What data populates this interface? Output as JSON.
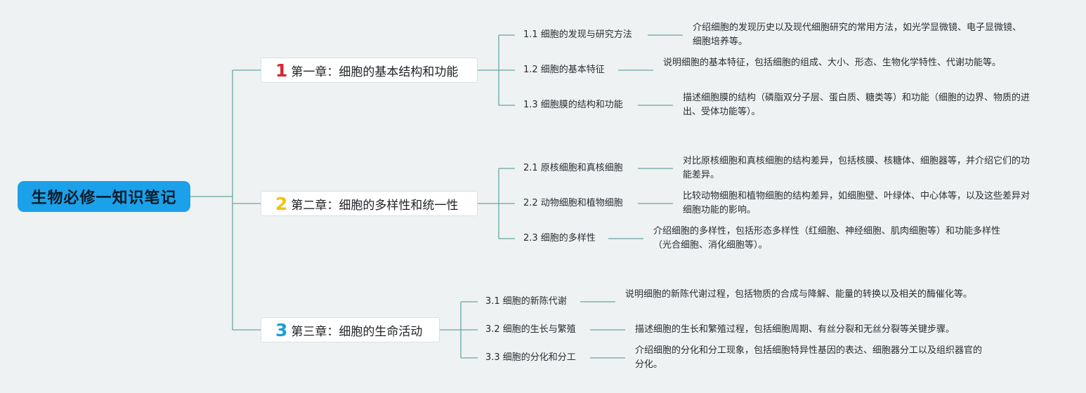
{
  "root": {
    "title": "生物必修一知识笔记"
  },
  "chapters": [
    {
      "num": "1",
      "title": "第一章：细胞的基本结构和功能",
      "sections": [
        {
          "title": "1.1 细胞的发现与研究方法",
          "desc": "介绍细胞的发现历史以及现代细胞研究的常用方法，如光学显微镜、电子显微镜、细胞培养等。"
        },
        {
          "title": "1.2 细胞的基本特征",
          "desc": "说明细胞的基本特征，包括细胞的组成、大小、形态、生物化学特性、代谢功能等。"
        },
        {
          "title": "1.3 细胞膜的结构和功能",
          "desc": "描述细胞膜的结构（磷脂双分子层、蛋白质、糖类等）和功能（细胞的边界、物质的进出、受体功能等）。"
        }
      ]
    },
    {
      "num": "2",
      "title": "第二章：细胞的多样性和统一性",
      "sections": [
        {
          "title": "2.1 原核细胞和真核细胞",
          "desc": "对比原核细胞和真核细胞的结构差异，包括核膜、核糖体、细胞器等，并介绍它们的功能差异。"
        },
        {
          "title": "2.2 动物细胞和植物细胞",
          "desc": "比较动物细胞和植物细胞的结构差异，如细胞壁、叶绿体、中心体等，以及这些差异对细胞功能的影响。"
        },
        {
          "title": "2.3 细胞的多样性",
          "desc": "介绍细胞的多样性，包括形态多样性（红细胞、神经细胞、肌肉细胞等）和功能多样性（光合细胞、消化细胞等）。"
        }
      ]
    },
    {
      "num": "3",
      "title": "第三章：细胞的生命活动",
      "sections": [
        {
          "title": "3.1 细胞的新陈代谢",
          "desc": "说明细胞的新陈代谢过程，包括物质的合成与降解、能量的转换以及相关的酶催化等。"
        },
        {
          "title": "3.2 细胞的生长与繁殖",
          "desc": "描述细胞的生长和繁殖过程，包括细胞周期、有丝分裂和无丝分裂等关键步骤。"
        },
        {
          "title": "3.3 细胞的分化和分工",
          "desc": "介绍细胞的分化和分工现象，包括细胞特异性基因的表达、细胞器分工以及组织器官的分化。"
        }
      ]
    }
  ]
}
